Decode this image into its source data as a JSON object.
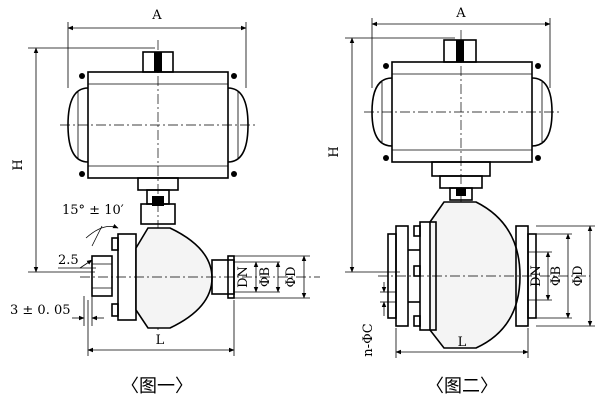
{
  "figure_left": {
    "caption": "〈图一〉",
    "dims": {
      "A": "A",
      "H": "H",
      "L": "L",
      "DN": "DN",
      "B": "ΦB",
      "D": "ΦD",
      "angle": "15° ± 10′",
      "chamfer": "2.5",
      "tolerance": "3 ± 0. 05"
    }
  },
  "figure_right": {
    "caption": "〈图二〉",
    "dims": {
      "A": "A",
      "H": "H",
      "L": "L",
      "DN": "DN",
      "B": "ΦB",
      "D": "ΦD",
      "holes": "n-ΦC"
    }
  },
  "colors": {
    "ink": "#000000",
    "paper": "#ffffff"
  }
}
